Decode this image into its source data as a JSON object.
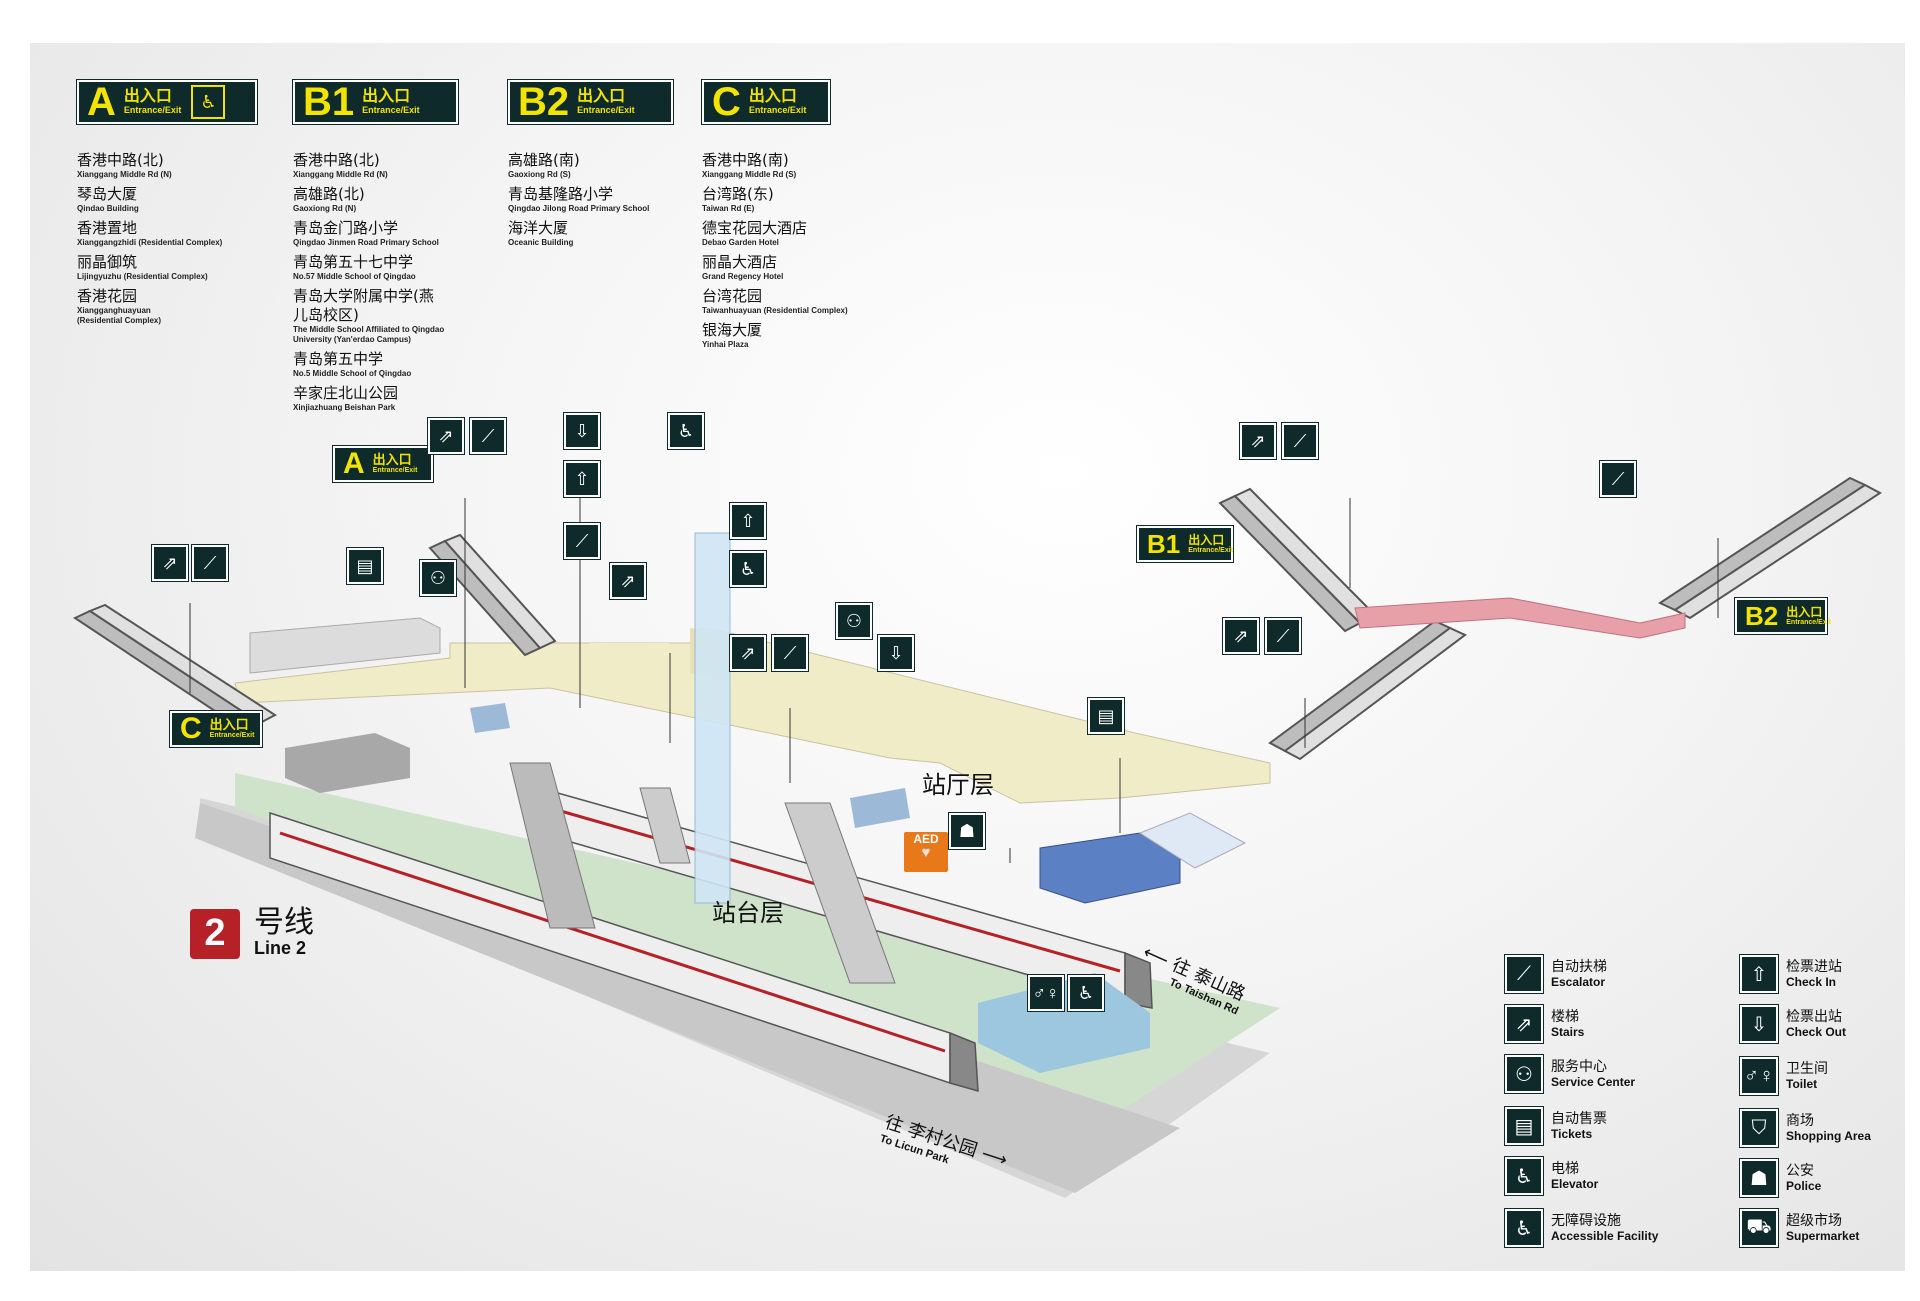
{
  "exits": [
    {
      "letter": "A",
      "cn": "出入口",
      "en": "Entrance/Exit",
      "icon": "elevator-icon",
      "destinations": [
        {
          "cn": "香港中路(北)",
          "en": "Xianggang Middle Rd (N)"
        },
        {
          "cn": "琴岛大厦",
          "en": "Qindao Building"
        },
        {
          "cn": "香港置地",
          "en": "Xianggangzhidi (Residential Complex)"
        },
        {
          "cn": "丽晶御筑",
          "en": "Lijingyuzhu (Residential Complex)"
        },
        {
          "cn": "香港花园",
          "en": "Xiangganghuayuan (Residential Complex)"
        }
      ]
    },
    {
      "letter": "B1",
      "cn": "出入口",
      "en": "Entrance/Exit",
      "destinations": [
        {
          "cn": "香港中路(北)",
          "en": "Xianggang Middle Rd (N)"
        },
        {
          "cn": "高雄路(北)",
          "en": "Gaoxiong Rd (N)"
        },
        {
          "cn": "青岛金门路小学",
          "en": "Qingdao Jinmen Road Primary School"
        },
        {
          "cn": "青岛第五十七中学",
          "en": "No.57 Middle School of Qingdao"
        },
        {
          "cn": "青岛大学附属中学(燕儿岛校区)",
          "en": "The Middle School Affiliated to Qingdao University (Yan'erdao Campus)"
        },
        {
          "cn": "青岛第五中学",
          "en": "No.5 Middle School of Qingdao"
        },
        {
          "cn": "辛家庄北山公园",
          "en": "Xinjiazhuang Beishan Park"
        }
      ]
    },
    {
      "letter": "B2",
      "cn": "出入口",
      "en": "Entrance/Exit",
      "destinations": [
        {
          "cn": "高雄路(南)",
          "en": "Gaoxiong Rd (S)"
        },
        {
          "cn": "青岛基隆路小学",
          "en": "Qingdao Jilong Road Primary School"
        },
        {
          "cn": "海洋大厦",
          "en": "Oceanic Building"
        }
      ]
    },
    {
      "letter": "C",
      "cn": "出入口",
      "en": "Entrance/Exit",
      "destinations": [
        {
          "cn": "香港中路(南)",
          "en": "Xianggang Middle Rd (S)"
        },
        {
          "cn": "台湾路(东)",
          "en": "Taiwan Rd (E)"
        },
        {
          "cn": "德宝花园大酒店",
          "en": "Debao Garden Hotel"
        },
        {
          "cn": "丽晶大酒店",
          "en": "Grand Regency Hotel"
        },
        {
          "cn": "台湾花园",
          "en": "Taiwanhuayuan (Residential Complex)"
        },
        {
          "cn": "银海大厦",
          "en": "Yinhai Plaza"
        }
      ]
    }
  ],
  "map_exits": [
    {
      "letter": "A",
      "cn": "出入口",
      "en": "Entrance/Exit"
    },
    {
      "letter": "C",
      "cn": "出入口",
      "en": "Entrance/Exit"
    },
    {
      "letter": "B1",
      "cn": "出入口",
      "en": "Entrance/Exit"
    },
    {
      "letter": "B2",
      "cn": "出入口",
      "en": "Entrance/Exit"
    }
  ],
  "floors": {
    "concourse": "站厅层",
    "platform": "站台层"
  },
  "line": {
    "number": "2",
    "cn": "号线",
    "en": "Line 2"
  },
  "directions": {
    "taishan": {
      "cn": "往 泰山路",
      "en": "To Taishan Rd"
    },
    "licun": {
      "cn": "往 李村公园",
      "en": "To Licun Park"
    }
  },
  "aed": {
    "label": "AED"
  },
  "legend": [
    {
      "icon": "escalator-icon",
      "cn": "自动扶梯",
      "en": "Escalator"
    },
    {
      "icon": "stairs-icon",
      "cn": "楼梯",
      "en": "Stairs"
    },
    {
      "icon": "service-center-icon",
      "cn": "服务中心",
      "en": "Service Center"
    },
    {
      "icon": "tickets-icon",
      "cn": "自动售票",
      "en": "Tickets"
    },
    {
      "icon": "elevator-icon",
      "cn": "电梯",
      "en": "Elevator"
    },
    {
      "icon": "accessible-icon",
      "cn": "无障碍设施",
      "en": "Accessible Facility"
    },
    {
      "icon": "check-in-icon",
      "cn": "检票进站",
      "en": "Check In"
    },
    {
      "icon": "check-out-icon",
      "cn": "检票出站",
      "en": "Check Out"
    },
    {
      "icon": "toilet-icon",
      "cn": "卫生间",
      "en": "Toilet"
    },
    {
      "icon": "shopping-icon",
      "cn": "商场",
      "en": "Shopping Area"
    },
    {
      "icon": "police-icon",
      "cn": "公安",
      "en": "Police"
    },
    {
      "icon": "supermarket-icon",
      "cn": "超级市场",
      "en": "Supermarket"
    }
  ],
  "colors": {
    "sign_bg": "#0f2a2a",
    "sign_text": "#f3e400",
    "line2": "#b52126",
    "concourse": "#f1ecc8",
    "platform": "#cfe3cb",
    "underpass": "#e8a0a8"
  }
}
